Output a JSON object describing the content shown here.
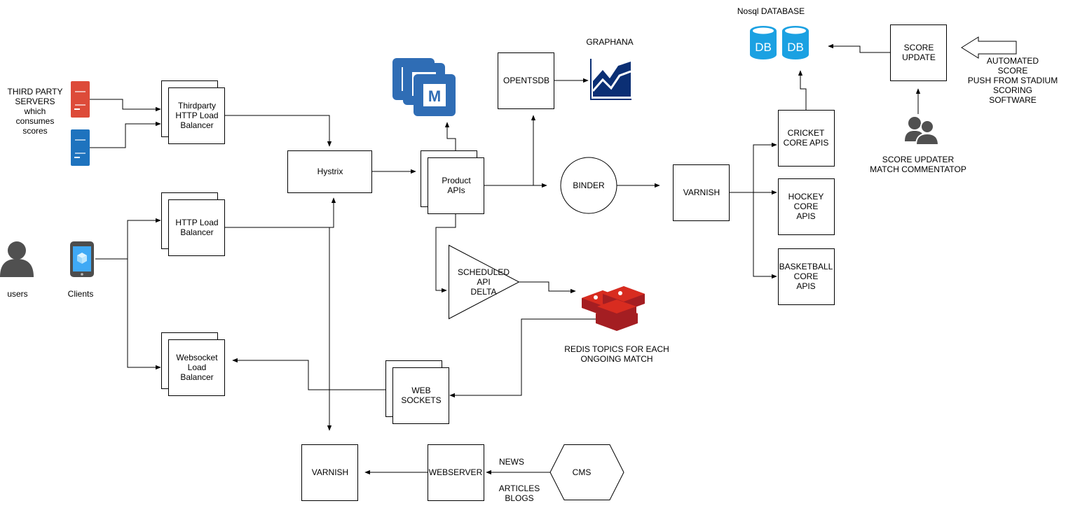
{
  "nodes": {
    "thirdparty_servers": "THIRD PARTY\nSERVERS\nwhich\nconsumes\nscores",
    "thirdparty_lb": "Thirdparty\nHTTP Load\nBalancer",
    "http_lb": "HTTP Load\nBalancer",
    "websocket_lb": "Websocket\nLoad\nBalancer",
    "users": "users",
    "clients": "Clients",
    "hystrix": "Hystrix",
    "product_apis": "Product\nAPIs",
    "scheduled_api_delta": "SCHEDULED\nAPI\nDELTA",
    "redis_topics": "REDIS TOPICS FOR EACH\nONGOING MATCH",
    "web_sockets": "WEB\nSOCKETS",
    "opentsdb": "OPENTSDB",
    "graphana": "GRAPHANA",
    "binder": "BINDER",
    "varnish_main": "VARNISH",
    "cricket_core_apis": "CRICKET\nCORE APIS",
    "hockey_core_apis": "HOCKEY\nCORE\nAPIS",
    "basketball_core_apis": "BASKETBALL\nCORE\nAPIS",
    "nosql_database": "Nosql DATABASE",
    "db1": "DB",
    "db2": "DB",
    "score_update": "SCORE\nUPDATE",
    "automated_score": "AUTOMATED\nSCORE\nPUSH FROM STADIUM\nSCORING\nSOFTWARE",
    "score_updater": "SCORE UPDATER\nMATCH COMMENTATOP",
    "varnish_bottom": "VARNISH",
    "webserver": "WEBSERVER",
    "cms": "CMS",
    "news": "NEWS",
    "articles_blogs": "ARTICLES\nBLOGS",
    "memcached_letter": "M"
  },
  "colors": {
    "server_red": "#DD4B39",
    "server_blue": "#1E73BE",
    "memcached_blue": "#2F6DB5",
    "db_blue": "#1BA1E2",
    "redis_red": "#C0232C",
    "graph_navy": "#0B2F74",
    "user_gray": "#505050"
  }
}
